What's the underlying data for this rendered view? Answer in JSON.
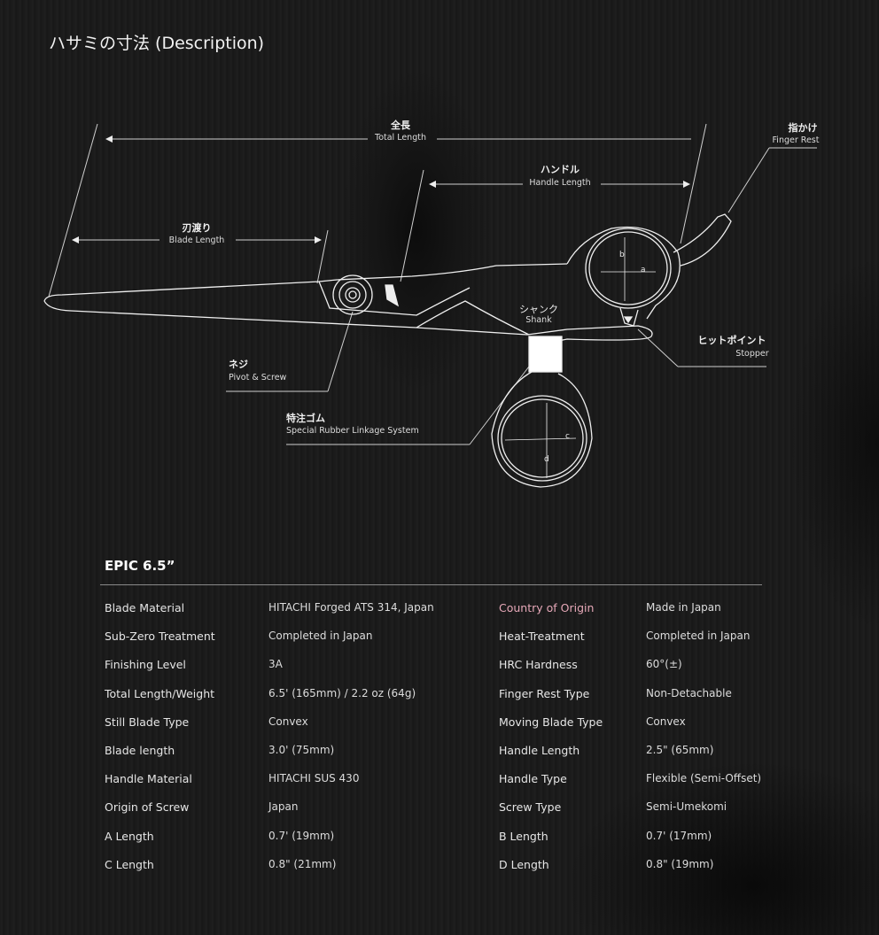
{
  "title": "ハサミの寸法 (Description)",
  "diagram": {
    "total_length": {
      "jp": "全長",
      "en": "Total Length"
    },
    "handle_length": {
      "jp": "ハンドル",
      "en": "Handle Length"
    },
    "blade_length": {
      "jp": "刃渡り",
      "en": "Blade Length"
    },
    "finger_rest": {
      "jp": "指かけ",
      "en": "Finger Rest"
    },
    "shank": {
      "jp": "シャンク",
      "en": "Shank"
    },
    "stopper": {
      "jp": "ヒットポイント",
      "en": "Stopper"
    },
    "pivot": {
      "jp": "ネジ",
      "en": "Pivot & Screw"
    },
    "rubber": {
      "jp": "特注ゴム",
      "en": "Special Rubber Linkage System"
    },
    "ring_labels": {
      "a": "a",
      "b": "b",
      "c": "c",
      "d": "d"
    }
  },
  "specs": {
    "model": "EPIC 6.5”",
    "highlight_color": "#e6a8b8",
    "rows": [
      {
        "l1": "Blade Material",
        "v1": "HITACHI Forged ATS 314, Japan",
        "l2": "Country of Origin",
        "v2": "Made in Japan"
      },
      {
        "l1": "Sub-Zero Treatment",
        "v1": "Completed in Japan",
        "l2": "Heat-Treatment",
        "v2": "Completed in Japan"
      },
      {
        "l1": "Finishing Level",
        "v1": "3A",
        "l2": "HRC Hardness",
        "v2": "60°(±)"
      },
      {
        "l1": "Total Length/Weight",
        "v1": "6.5' (165mm) / 2.2 oz (64g)",
        "l2": "Finger Rest Type",
        "v2": "Non-Detachable"
      },
      {
        "l1": "Still Blade Type",
        "v1": "Convex",
        "l2": "Moving Blade Type",
        "v2": "Convex"
      },
      {
        "l1": "Blade length",
        "v1": "3.0' (75mm)",
        "l2": "Handle Length",
        "v2": "2.5\" (65mm)"
      },
      {
        "l1": "Handle Material",
        "v1": "HITACHI SUS 430",
        "l2": "Handle Type",
        "v2": "Flexible (Semi-Offset)"
      },
      {
        "l1": "Origin of Screw",
        "v1": "Japan",
        "l2": "Screw Type",
        "v2": "Semi-Umekomi"
      },
      {
        "l1": "A Length",
        "v1": "0.7' (19mm)",
        "l2": "B Length",
        "v2": "0.7' (17mm)"
      },
      {
        "l1": "C Length",
        "v1": "0.8\" (21mm)",
        "l2": "D Length",
        "v2": "0.8\" (19mm)"
      }
    ]
  }
}
